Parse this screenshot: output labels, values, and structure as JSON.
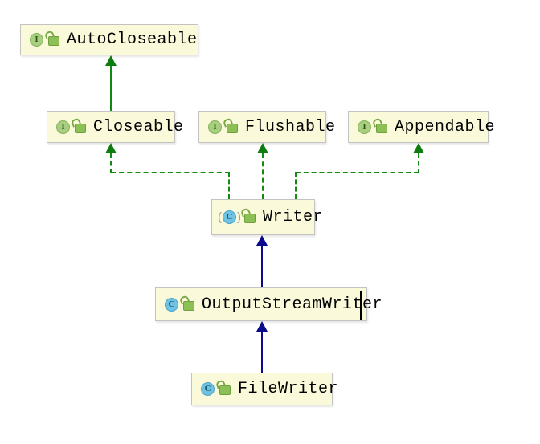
{
  "diagram": {
    "type": "uml-class-diagram",
    "background_color": "#FFFFFF",
    "node_fill_color": "#FAF9DA",
    "node_border_color": "#C3C3C3",
    "interface_edge_color": "#128A12",
    "extends_edge_color": "#0A0A8C",
    "abstract_markers": {
      "open": "(",
      "close": ")"
    },
    "nodes": [
      {
        "id": "autocloseable",
        "label": "AutoCloseable",
        "kind": "interface",
        "icon_letter": "I",
        "visibility_icon": "open-lock"
      },
      {
        "id": "closeable",
        "label": "Closeable",
        "kind": "interface",
        "icon_letter": "I",
        "visibility_icon": "open-lock"
      },
      {
        "id": "flushable",
        "label": "Flushable",
        "kind": "interface",
        "icon_letter": "I",
        "visibility_icon": "open-lock"
      },
      {
        "id": "appendable",
        "label": "Appendable",
        "kind": "interface",
        "icon_letter": "I",
        "visibility_icon": "open-lock"
      },
      {
        "id": "writer",
        "label": "Writer",
        "kind": "abstract-class",
        "icon_letter": "C",
        "visibility_icon": "open-lock"
      },
      {
        "id": "outputstreamwriter",
        "label": "OutputStreamWriter",
        "kind": "class",
        "icon_letter": "C",
        "visibility_icon": "open-lock",
        "has_text_caret": true
      },
      {
        "id": "filewriter",
        "label": "FileWriter",
        "kind": "class",
        "icon_letter": "C",
        "visibility_icon": "open-lock"
      }
    ],
    "edges": [
      {
        "from": "Closeable",
        "to": "AutoCloseable",
        "relation": "extends",
        "style": "solid",
        "color": "#128A12"
      },
      {
        "from": "Writer",
        "to": "Closeable",
        "relation": "implements",
        "style": "dashed",
        "color": "#128A12"
      },
      {
        "from": "Writer",
        "to": "Flushable",
        "relation": "implements",
        "style": "dashed",
        "color": "#128A12"
      },
      {
        "from": "Writer",
        "to": "Appendable",
        "relation": "implements",
        "style": "dashed",
        "color": "#128A12"
      },
      {
        "from": "OutputStreamWriter",
        "to": "Writer",
        "relation": "extends",
        "style": "solid",
        "color": "#0A0A8C"
      },
      {
        "from": "FileWriter",
        "to": "OutputStreamWriter",
        "relation": "extends",
        "style": "solid",
        "color": "#0A0A8C"
      }
    ]
  }
}
